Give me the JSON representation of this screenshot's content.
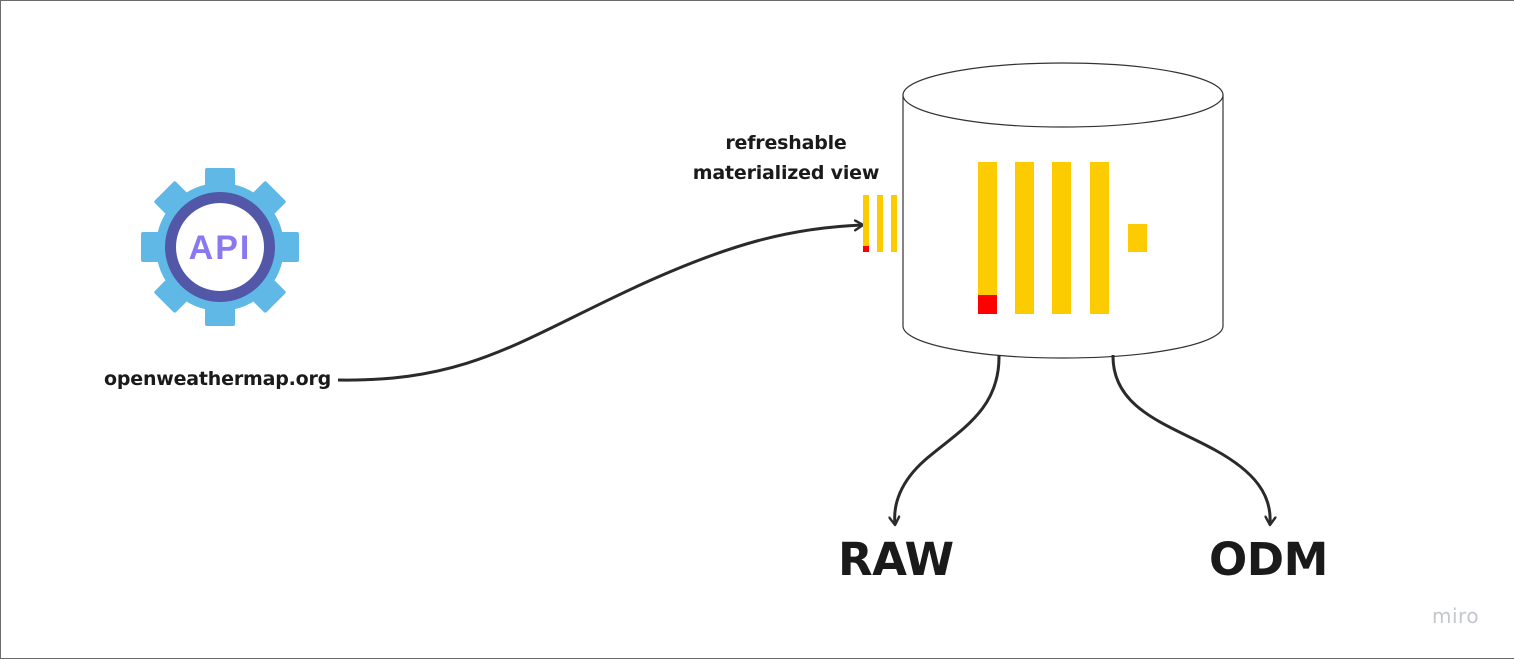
{
  "source": {
    "icon_text": "API",
    "label": "openweathermap.org"
  },
  "materialized_view": {
    "label_line1": "refreshable",
    "label_line2": "materialized view"
  },
  "database": {
    "logo": "clickhouse-logo"
  },
  "targets": {
    "raw": "RAW",
    "odm": "ODM"
  },
  "watermark": "miro",
  "colors": {
    "gear": "#5fb8e6",
    "gear_ring": "#5257a8",
    "api_text": "#8a78f0",
    "logo_yellow": "#fccb00",
    "logo_red": "#ff0000",
    "arrow": "#2a2a2a",
    "text": "#1a1a1a"
  }
}
